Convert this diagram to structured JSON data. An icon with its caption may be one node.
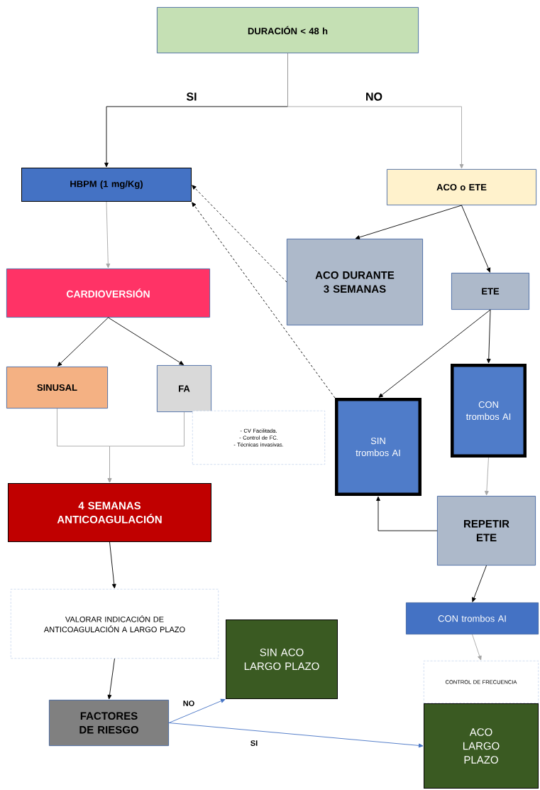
{
  "diagram": {
    "nodes": [
      {
        "text": [
          "DURACIÓN < 48 h"
        ]
      },
      {
        "text": [
          "HBPM (1 mg/Kg)"
        ]
      },
      {
        "text": [
          "ACO o ETE"
        ]
      },
      {
        "text": [
          "ACO DURANTE 3 SEMANAS"
        ]
      },
      {
        "text": [
          "CARDIOVERSIÓN"
        ]
      },
      {
        "text": [
          "ETE"
        ]
      },
      {
        "text": [
          "SINUSAL"
        ]
      },
      {
        "text": [
          "FA"
        ]
      },
      {
        "text": [
          "- CV Facilitada.",
          "- Control de FC.",
          "- Técnicas invasivas."
        ]
      },
      {
        "text": [
          "SIN trombos AI"
        ]
      },
      {
        "text": [
          "CON trombos AI"
        ]
      },
      {
        "text": [
          "4 SEMANAS ANTICOAGULACIÓN"
        ]
      },
      {
        "text": [
          "REPETIR ETE"
        ]
      },
      {
        "text": [
          "VALORAR INDICACIÓN DE ANTICOAGULACIÓN A LARGO PLAZO"
        ]
      },
      {
        "text": [
          "CON trombos AI"
        ]
      },
      {
        "text": [
          "SIN ACO LARGO PLAZO"
        ]
      },
      {
        "text": [
          "CONTROL DE FRECUENCIA"
        ]
      },
      {
        "text": [
          "FACTORES DE RIESGO"
        ]
      },
      {
        "text": [
          "ACO LARGO PLAZO"
        ]
      }
    ],
    "edges": [
      {
        "from": 0,
        "to": 1,
        "arrow": "to",
        "label": "SI"
      },
      {
        "from": 0,
        "to": 2,
        "arrow": "to",
        "label": "NO",
        "color": "#a6a6a6"
      },
      {
        "from": 1,
        "to": 4,
        "arrow": "to",
        "color": "#a6a6a6"
      },
      {
        "from": 2,
        "to": 3,
        "arrow": "to"
      },
      {
        "from": 2,
        "to": 5,
        "arrow": "to"
      },
      {
        "from": 3,
        "to": 1,
        "arrow": "to",
        "style": "dashed"
      },
      {
        "from": 9,
        "to": 1,
        "arrow": "to",
        "style": "dashed"
      },
      {
        "from": 4,
        "to": 6,
        "arrow": "to"
      },
      {
        "from": 4,
        "to": 7,
        "arrow": "to"
      },
      {
        "from": 5,
        "to": 9,
        "arrow": "to"
      },
      {
        "from": 5,
        "to": 10,
        "arrow": "to"
      },
      {
        "from": 6,
        "to": 11,
        "arrow": "to",
        "color": "#a6a6a6"
      },
      {
        "from": 7,
        "to": 11,
        "arrow": "to",
        "color": "#a6a6a6"
      },
      {
        "from": 10,
        "to": 12,
        "arrow": "to",
        "color": "#a6a6a6"
      },
      {
        "from": 12,
        "to": 9,
        "arrow": "to"
      },
      {
        "from": 11,
        "to": 13,
        "arrow": "to"
      },
      {
        "from": 12,
        "to": 14,
        "arrow": "to"
      },
      {
        "from": 14,
        "to": 16,
        "arrow": "to",
        "color": "#a6a6a6"
      },
      {
        "from": 13,
        "to": 17,
        "arrow": "to"
      },
      {
        "from": 17,
        "to": 15,
        "arrow": "to",
        "label": "NO",
        "color": "#4472c4"
      },
      {
        "from": 17,
        "to": 18,
        "arrow": "to",
        "label": "SI",
        "color": "#4472c4"
      }
    ]
  }
}
